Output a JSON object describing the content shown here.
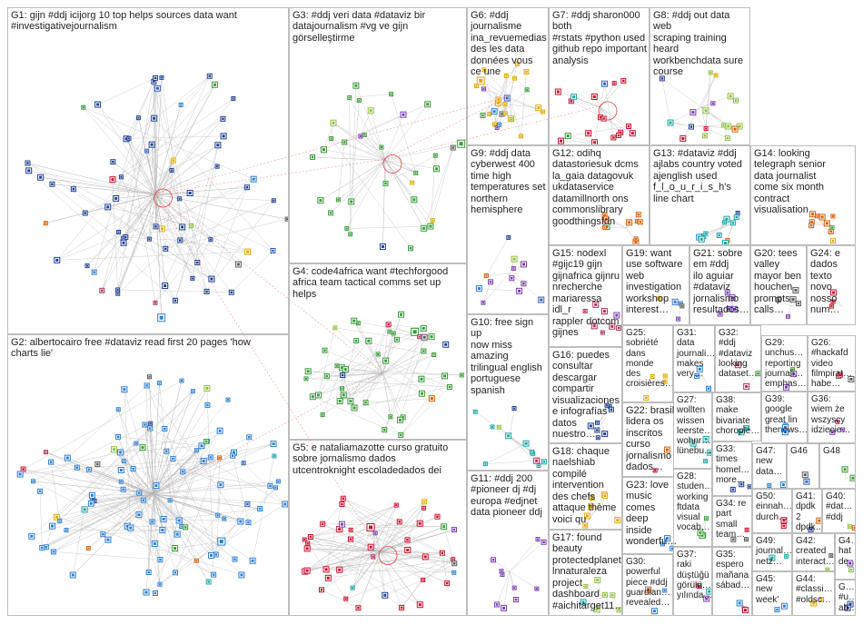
{
  "palette": [
    "#1f3f8f",
    "#2e7fcf",
    "#3a9a3a",
    "#c8102e",
    "#e0a800",
    "#7a3fb0",
    "#1aa3a3",
    "#5a5a5a",
    "#d45d00",
    "#8fbf3f",
    "#2f5fbf",
    "#b03060"
  ],
  "panels": [
    {
      "id": "G1",
      "label": "G1: gijn #ddj icijorg 10 top helps sources data want\n#investigativejournalism",
      "nodes": 70,
      "accent": 0
    },
    {
      "id": "G2",
      "label": "G2: albertocairo free #dataviz read first 20 pages 'how\ncharts lie'",
      "nodes": 110,
      "accent": 1
    },
    {
      "id": "G3",
      "label": "G3: #ddj veri data #dataviz bir\ndatajournalism #vg ve gijn\ngörselleştirme",
      "nodes": 34,
      "accent": 2
    },
    {
      "id": "G4",
      "label": "G4: code4africa want #techforgood\nafrica team tactical comms set up\nhelps",
      "nodes": 48,
      "accent": 2
    },
    {
      "id": "G5",
      "label": "G5: e nataliamazotte curso gratuito\nsobre jornalismo dados\nutcentroknight escoladedados dei",
      "nodes": 44,
      "accent": 3
    },
    {
      "id": "G6",
      "label": "G6: #ddj journalisme\nina_revuemedias des les data\ndonnées vous ce une",
      "nodes": 26,
      "accent": 4
    },
    {
      "id": "G7",
      "label": "G7: #ddj sharon000 both\n#rstats #python used\ngithub repo important\nanalysis",
      "nodes": 18,
      "accent": 3
    },
    {
      "id": "G8",
      "label": "G8: #ddj out data web\nscraping training heard\nworkbenchdata sure\ncourse",
      "nodes": 18,
      "accent": 9
    },
    {
      "id": "G9",
      "label": "G9: #ddj data\ncyberwest 400\ntime high\ntemperatures set\nnorthern\nhemisphere",
      "nodes": 12,
      "accent": 5
    },
    {
      "id": "G10",
      "label": "G10: free sign up\nnow miss\namazing\ntrilingual english\nportuguese\nspanish",
      "nodes": 12,
      "accent": 6
    },
    {
      "id": "G11",
      "label": "G11: #ddj 200\n#pioneer dj #dj\neuropa #edjnet\ndata pioneer ddj",
      "nodes": 10,
      "accent": 5
    },
    {
      "id": "G12",
      "label": "G12: odihq\ndatastoriesuk dcms\nla_gaia datagovuk\nukdataservice\ndatamillnorth ons\ncommonslibrary\ngoodthingsfdn",
      "nodes": 10,
      "accent": 8
    },
    {
      "id": "G13",
      "label": "G13: #dataviz #ddj\najlabs country voted\najenglish used\nf_l_o_u_r_i_s_h's\nline chart",
      "nodes": 12,
      "accent": 6
    },
    {
      "id": "G14",
      "label": "G14: looking\ntelegraph senior\ndata journalist\ncome six month\ncontract\nvisualisation",
      "nodes": 10,
      "accent": 8
    },
    {
      "id": "G15",
      "label": "G15: nodexl\n#gijc19 gijn\ngijnafrica gijnru\nnrecherche\nmariaressa\nidl_r\nrappler dotcom\ngijnes",
      "nodes": 8,
      "accent": 11
    },
    {
      "id": "G16",
      "label": "G16: puedes\nconsultar\ndescargar\ncompartir\nvisualizaciones\ne infografías\ndatos nuestro…",
      "nodes": 8,
      "accent": 0
    },
    {
      "id": "G17",
      "label": "G17: found\nbeauty\nprotectedplanet\nlnnaturaleza\nproject\ndashboard\n#aichitarget11…",
      "nodes": 7,
      "accent": 9
    },
    {
      "id": "G18",
      "label": "G18: chaque\nnaelshiab\ncompilé\nintervention\ndes chefs\nattaque thème\nvoici qu",
      "nodes": 7,
      "accent": 4
    },
    {
      "id": "G19",
      "label": "G19: want\nuse software\nweb\ninvestigation\nworkshop\ninterest…",
      "nodes": 5,
      "accent": 1
    },
    {
      "id": "G20",
      "label": "G20: tees\nvalley\nmayor ben\nhouchen\nprompts\ncalls…",
      "nodes": 5,
      "accent": 7
    },
    {
      "id": "G21",
      "label": "G21: sobre\nem #ddj\nilo aguiar\n#dataviz\njornalismo\nresultados…",
      "nodes": 5,
      "accent": 5
    },
    {
      "id": "G22",
      "label": "G22: brasil\nlidera os\ninscritos\ncurso\njornalismo\ndados…",
      "nodes": 4,
      "accent": 3
    },
    {
      "id": "G23",
      "label": "G23: love\nmusic\ncomes\ndeep\ninside\nwonderfu…",
      "nodes": 4,
      "accent": 1
    },
    {
      "id": "G24",
      "label": "G24: e\ndados\ntexto\nnovo\nnosso\nnum…",
      "nodes": 3,
      "accent": 3
    },
    {
      "id": "G25",
      "label": "G25:\nsobriété\ndans\nmonde\ndes\ncroisières…",
      "nodes": 4,
      "accent": 4
    },
    {
      "id": "G26",
      "label": "G26:\n#hackafd\nvideo\nfilmpirat…\nhabe…",
      "nodes": 3,
      "accent": 7
    },
    {
      "id": "G27",
      "label": "G27:\nwollten\nwissen\nleerste…\nwohnr…\nlünebu…",
      "nodes": 4,
      "accent": 6
    },
    {
      "id": "G28",
      "label": "G28:\nstuden…\nworking\nftdata\nvisual\nvocab…",
      "nodes": 4,
      "accent": 2
    },
    {
      "id": "G29",
      "label": "G29:\nunchus…\nreporting\njournali…\nemphas…",
      "nodes": 3,
      "accent": 5
    },
    {
      "id": "G30",
      "label": "G30:\npowerful\npiece #ddj\nguardian…\nrevealed…",
      "nodes": 3,
      "accent": 8
    },
    {
      "id": "G31",
      "label": "G31:\ndata\njournali…\nmakes\nvery…",
      "nodes": 3,
      "accent": 1
    },
    {
      "id": "G32",
      "label": "G32:\n#ddj\n#dataviz\nlooking\ndataset…",
      "nodes": 3,
      "accent": 2
    },
    {
      "id": "G33",
      "label": "G33:\ntimes\nhomel…\nmore…",
      "nodes": 3,
      "accent": 0
    },
    {
      "id": "G34",
      "label": "G34: re\npart\nsmall\nteam…",
      "nodes": 3,
      "accent": 7
    },
    {
      "id": "G35",
      "label": "G35:\nespero\nmañana\nsábad…",
      "nodes": 3,
      "accent": 3
    },
    {
      "id": "G36",
      "label": "G36:\nwiem że\nwszyscy\nidziecie…",
      "nodes": 3,
      "accent": 5
    },
    {
      "id": "G37",
      "label": "G37:\nraki\ndüştüğü\ngörülü…\nyılında…",
      "nodes": 3,
      "accent": 3
    },
    {
      "id": "G38",
      "label": "G38:\nmake\nbivariate\nchorople…",
      "nodes": 3,
      "accent": 6
    },
    {
      "id": "G39",
      "label": "G39:\ngoogle\ngreat lin\nthenews…",
      "nodes": 3,
      "accent": 1
    },
    {
      "id": "G40",
      "label": "G40:\n#dat…\n#ddj",
      "nodes": 2,
      "accent": 9
    },
    {
      "id": "G41",
      "label": "G41:\ndpdk\n2\ndpdk…",
      "nodes": 2,
      "accent": 0
    },
    {
      "id": "G42",
      "label": "G42:\ncreated\ninteract…",
      "nodes": 2,
      "accent": 2
    },
    {
      "id": "G43",
      "label": "G4…\nhat\nde…",
      "nodes": 2,
      "accent": 5
    },
    {
      "id": "G44",
      "label": "G44:\n#classi…\n#oldsc…",
      "nodes": 2,
      "accent": 4
    },
    {
      "id": "G45",
      "label": "G45:\nnew\nweek'",
      "nodes": 2,
      "accent": 1
    },
    {
      "id": "G46",
      "label": "G46",
      "nodes": 2,
      "accent": 7
    },
    {
      "id": "G47",
      "label": "G47:\nnew\ndata…",
      "nodes": 2,
      "accent": 1
    },
    {
      "id": "G48",
      "label": "G48",
      "nodes": 2,
      "accent": 2
    },
    {
      "id": "G49",
      "label": "G49:\njournal…\nnetz…",
      "nodes": 2,
      "accent": 6
    },
    {
      "id": "G50",
      "label": "G50:\neinnah…\ndurch…",
      "nodes": 2,
      "accent": 3
    },
    {
      "id": "G51",
      "label": "G…\n#u…\nab…\nwe…",
      "nodes": 2,
      "accent": 0
    }
  ]
}
